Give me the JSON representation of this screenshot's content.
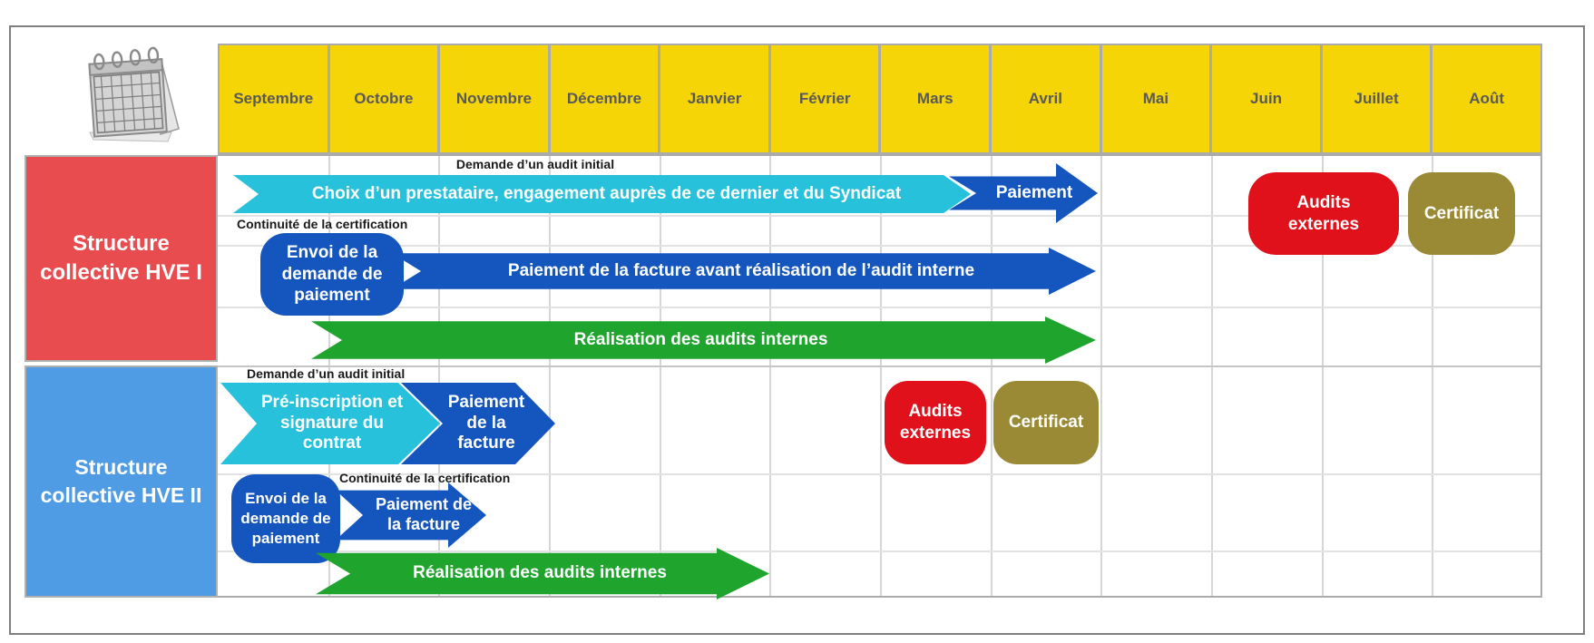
{
  "palette": {
    "header_yellow": "#F5D505",
    "month_text_gray": "#595959",
    "cyan_arrow": "#28C1DC",
    "dark_blue_arrow": "#1456BD",
    "green_arrow": "#1FA42E",
    "hve1_red": "#E84C4F",
    "hve2_blue": "#4F9CE4",
    "audits_externes_red": "#E0111A",
    "certificat_olive": "#9A8A35"
  },
  "header": {
    "months": [
      "Septembre",
      "Octobre",
      "Novembre",
      "Décembre",
      "Janvier",
      "Février",
      "Mars",
      "Avril",
      "Mai",
      "Juin",
      "Juillet",
      "Août"
    ]
  },
  "icons": {
    "calendar": "desk-calendar-icon"
  },
  "rows": [
    {
      "label": "Structure\ncollective HVE I",
      "phase_initial_label": "Demande d’un audit initial",
      "phase_continuity_label": "Continuité de la certification",
      "choix_arrow": "Choix d’un prestataire, engagement auprès de ce dernier et du Syndicat",
      "paiement_arrow": "Paiement",
      "envoi_box": "Envoi de la demande de paiement",
      "paiement_facture_arrow": "Paiement de la facture avant réalisation de l’audit interne",
      "audits_internes_arrow": "Réalisation des audits internes",
      "audits_externes_box": "Audits externes",
      "certificat_box": "Certificat",
      "spans": {
        "choix_arrow": "Septembre → Mars",
        "paiement_arrow": "Mars → Avril",
        "envoi_box": "Septembre",
        "paiement_facture_arrow": "Octobre → Avril",
        "audits_internes_arrow": "Septembre → Avril",
        "audits_externes_box": "Juin → Juillet",
        "certificat_box": "Juillet → Août"
      }
    },
    {
      "label": "Structure\ncollective HVE II",
      "phase_initial_label": "Demande d’un audit initial",
      "phase_continuity_label": "Continuité de la certification",
      "preinscription_arrow": "Pré-inscription et signature du contrat",
      "paiement_facture_arrow_initial": "Paiement de la facture",
      "envoi_box": "Envoi de la demande de paiement",
      "paiement_facture_arrow_continuity": "Paiement de la facture",
      "audits_internes_arrow": "Réalisation des audits internes",
      "audits_externes_box": "Audits externes",
      "certificat_box": "Certificat",
      "spans": {
        "preinscription_arrow": "Septembre → Octobre",
        "paiement_facture_arrow_initial": "Octobre → Novembre",
        "envoi_box": "Septembre",
        "paiement_facture_arrow_continuity": "Octobre → Novembre",
        "audits_internes_arrow": "Octobre → Février",
        "audits_externes_box": "Mars",
        "certificat_box": "Avril"
      }
    }
  ]
}
